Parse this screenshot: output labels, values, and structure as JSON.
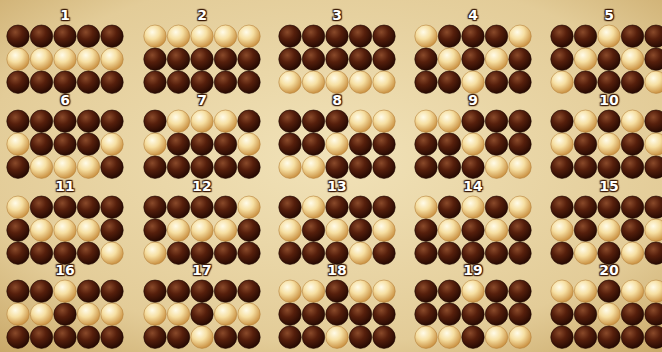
{
  "diagram": {
    "labels": [
      "1",
      "2",
      "3",
      "4",
      "5",
      "6",
      "7",
      "8",
      "9",
      "10",
      "11",
      "12",
      "13",
      "14",
      "15",
      "16",
      "17",
      "18",
      "19",
      "20"
    ]
  }
}
